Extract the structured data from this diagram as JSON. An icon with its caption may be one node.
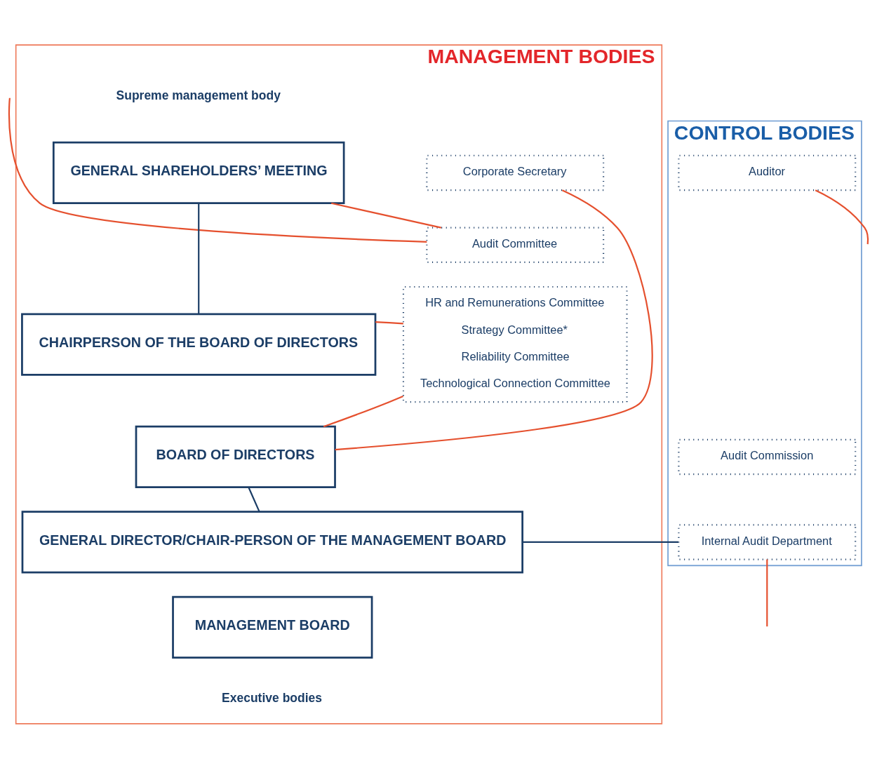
{
  "diagram": {
    "nodes": [
      {
        "text": [
          "MANAGEMENT BODIES"
        ]
      },
      {
        "text": [
          "Corporate Secretary"
        ],
        "in": 0
      },
      {
        "text": [
          "Audit Committee"
        ],
        "in": 0
      },
      {
        "text": [
          "HR and Remunerations Committee",
          "Strategy Committee*",
          "Reliability Committee",
          "Technological Connection Committee"
        ],
        "in": 0
      },
      {
        "text": [
          "GENERAL SHAREHOLDERS’ MEETING"
        ],
        "beside": [
          "Supreme management body"
        ],
        "in": 0
      },
      {
        "text": [
          "CHAIRPERSON OF THE BOARD OF DIRECTORS"
        ],
        "in": 0
      },
      {
        "text": [
          "BOARD OF DIRECTORS"
        ],
        "in": 0
      },
      {
        "text": [
          "GENERAL DIRECTOR/CHAIR-PERSON OF THE MANAGEMENT BOARD"
        ],
        "in": 0
      },
      {
        "text": [
          "MANAGEMENT BOARD"
        ],
        "beside": [
          "Executive bodies"
        ],
        "in": 0
      },
      {
        "text": [
          "CONTROL BODIES"
        ]
      },
      {
        "text": [
          "Auditor"
        ],
        "in": 9
      },
      {
        "text": [
          "Audit Commission"
        ],
        "in": 9
      },
      {
        "text": [
          "Internal Audit Department"
        ],
        "in": 9
      }
    ],
    "edges": [
      {
        "from": 4,
        "to": 5,
        "arrow": "none",
        "color": "#1b3d66"
      },
      {
        "from": 6,
        "to": 7,
        "arrow": "none",
        "color": "#1b3d66"
      },
      {
        "from": 7,
        "to": 12,
        "arrow": "none",
        "color": "#1b3d66"
      },
      {
        "from": 1,
        "to": 6,
        "arrow": "none"
      },
      {
        "from": 2,
        "to": 4,
        "arrow": "none"
      },
      {
        "from": 2,
        "to": null,
        "arrow": "none"
      },
      {
        "from": 3,
        "to": 5,
        "arrow": "none"
      },
      {
        "from": 3,
        "to": 6,
        "arrow": "none"
      },
      {
        "from": 10,
        "to": null,
        "arrow": "none"
      },
      {
        "from": 12,
        "to": null,
        "arrow": "none"
      }
    ]
  }
}
